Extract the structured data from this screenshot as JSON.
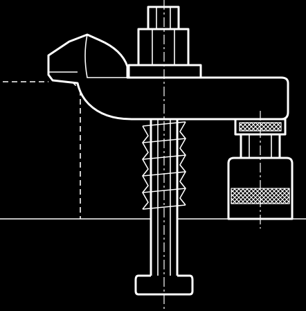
{
  "figure": {
    "subject": "strap-clamp-with-stud-and-support",
    "colors": {
      "background": "#000000",
      "line": "#ffffff"
    },
    "parts": [
      {
        "name": "clamp-strap",
        "icon": "clamp-strap-shape"
      },
      {
        "name": "hex-nut",
        "icon": "hex-nut-shape"
      },
      {
        "name": "washer",
        "icon": "washer-shape"
      },
      {
        "name": "threaded-stud",
        "icon": "threaded-stud-shape"
      },
      {
        "name": "t-slot-head",
        "icon": "t-bolt-head-shape"
      },
      {
        "name": "spring",
        "icon": "spring-coil-shape"
      },
      {
        "name": "adjustable-support",
        "icon": "screw-jack-shape"
      },
      {
        "name": "workpiece",
        "icon": "dashed-outline-shape"
      },
      {
        "name": "machine-table",
        "icon": "table-surface-line"
      }
    ]
  }
}
